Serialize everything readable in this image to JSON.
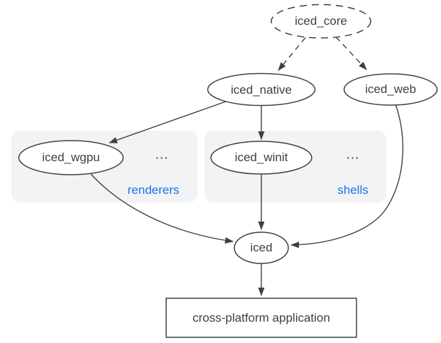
{
  "colors": {
    "stroke": "#3d4043",
    "text": "#3c4043",
    "group_fill": "#f1f3f4",
    "caption_blue": "#1a73e8",
    "background": "#ffffff"
  },
  "nodes": {
    "iced_core": {
      "label": "iced_core",
      "shape": "ellipse",
      "border": "dashed"
    },
    "iced_native": {
      "label": "iced_native",
      "shape": "ellipse",
      "border": "solid"
    },
    "iced_web": {
      "label": "iced_web",
      "shape": "ellipse",
      "border": "solid"
    },
    "iced_wgpu": {
      "label": "iced_wgpu",
      "shape": "ellipse",
      "border": "solid"
    },
    "iced_winit": {
      "label": "iced_winit",
      "shape": "ellipse",
      "border": "solid"
    },
    "iced": {
      "label": "iced",
      "shape": "ellipse",
      "border": "solid"
    },
    "application": {
      "label": "cross-platform application",
      "shape": "rectangle",
      "border": "solid"
    }
  },
  "groups": {
    "renderers": {
      "caption": "renderers",
      "more_indicator": "...",
      "members": [
        "iced_wgpu"
      ]
    },
    "shells": {
      "caption": "shells",
      "more_indicator": "...",
      "members": [
        "iced_winit"
      ]
    }
  },
  "edges": [
    {
      "from": "iced_core",
      "to": "iced_native",
      "style": "dashed"
    },
    {
      "from": "iced_core",
      "to": "iced_web",
      "style": "dashed"
    },
    {
      "from": "iced_native",
      "to": "iced_wgpu",
      "style": "solid"
    },
    {
      "from": "iced_native",
      "to": "iced_winit",
      "style": "solid"
    },
    {
      "from": "iced_wgpu",
      "to": "iced",
      "style": "solid"
    },
    {
      "from": "iced_winit",
      "to": "iced",
      "style": "solid"
    },
    {
      "from": "iced_web",
      "to": "iced",
      "style": "solid"
    },
    {
      "from": "iced",
      "to": "application",
      "style": "solid"
    }
  ]
}
